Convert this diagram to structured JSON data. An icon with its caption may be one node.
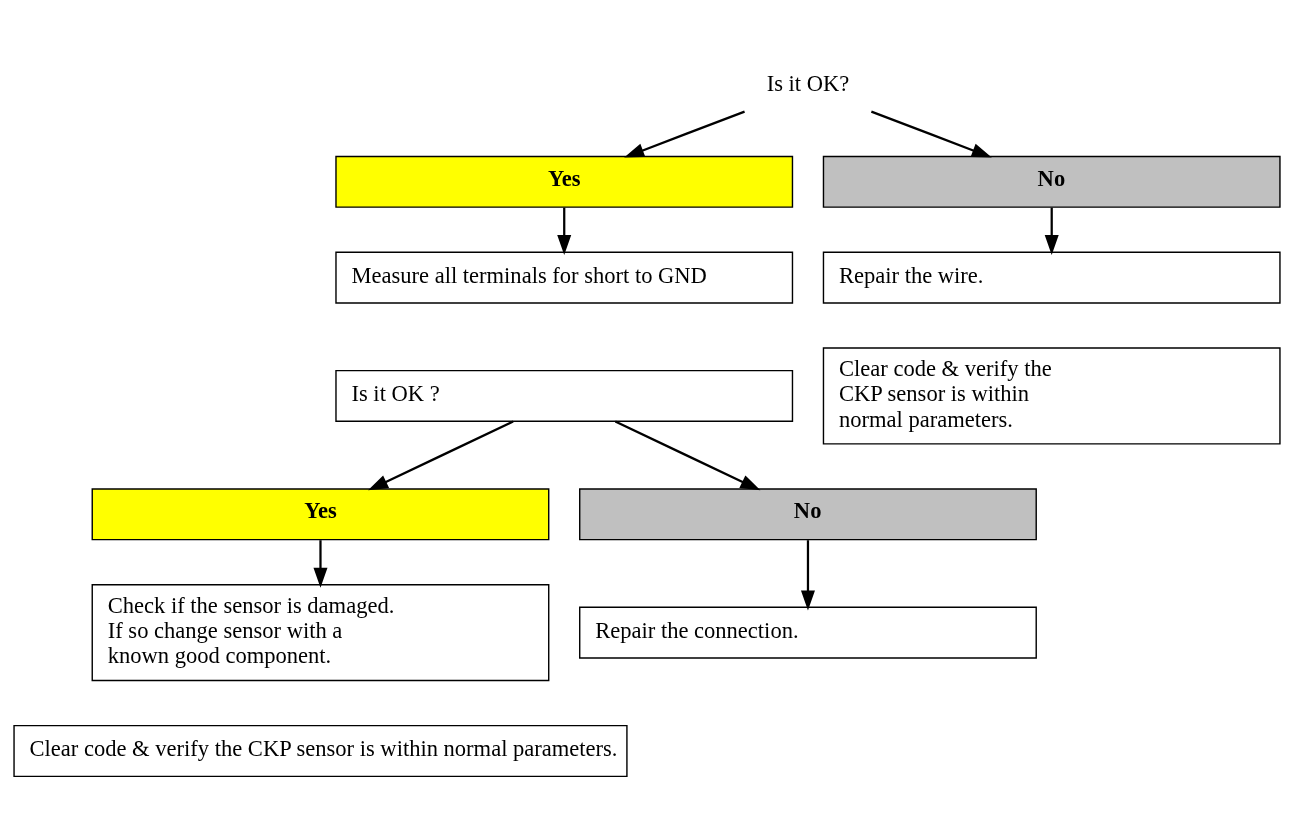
{
  "diagram": {
    "nodes": [
      {
        "text": [
          "Is it OK?"
        ]
      },
      {
        "text": [
          "Yes"
        ]
      },
      {
        "text": [
          "No"
        ]
      },
      {
        "text": [
          "Measure all terminals for short to GND"
        ]
      },
      {
        "text": [
          "Is it OK ?"
        ]
      },
      {
        "text": [
          "Repair the wire."
        ]
      },
      {
        "text": [
          "Clear code & verify the CKP sensor is within normal parameters."
        ]
      },
      {
        "text": [
          "Yes"
        ]
      },
      {
        "text": [
          "No"
        ]
      },
      {
        "text": [
          "Check if the sensor is damaged. If so change sensor with a known good component."
        ]
      },
      {
        "text": [
          "Repair the connection."
        ]
      },
      {
        "text": [
          "Clear code & verify the CKP sensor is within normal parameters."
        ]
      }
    ],
    "edges": [
      {
        "from": 0,
        "to": 1,
        "arrow": "to"
      },
      {
        "from": 0,
        "to": 2,
        "arrow": "to"
      },
      {
        "from": 1,
        "to": 3,
        "arrow": "to"
      },
      {
        "from": 2,
        "to": 5,
        "arrow": "to"
      },
      {
        "from": 4,
        "to": 7,
        "arrow": "to"
      },
      {
        "from": 4,
        "to": 8,
        "arrow": "to"
      },
      {
        "from": 7,
        "to": 9,
        "arrow": "to"
      },
      {
        "from": 8,
        "to": 10,
        "arrow": "to"
      }
    ]
  }
}
